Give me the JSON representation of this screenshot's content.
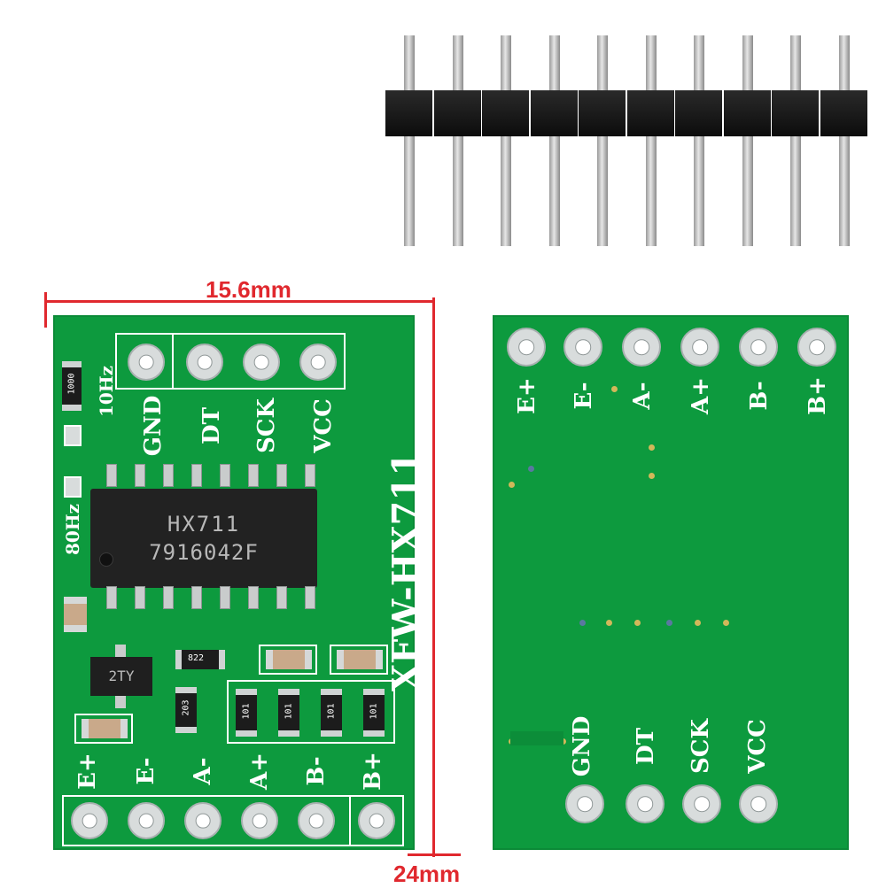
{
  "dimensions": {
    "width_label": "15.6mm",
    "height_label": "24mm",
    "color": "#e0282e"
  },
  "front": {
    "top_labels": [
      "GND",
      "DT",
      "SCK",
      "VCC"
    ],
    "bottom_labels": [
      "E+",
      "E-",
      "A-",
      "A+",
      "B-",
      "B+"
    ],
    "title": "XFW-HX711",
    "rate_10": "10Hz",
    "rate_80": "80Hz",
    "chip_name": "HX711",
    "chip_code": "7916042F",
    "transistor_code": "2TY",
    "resistor_codes": [
      "1000",
      "822",
      "203",
      "101",
      "101",
      "101",
      "101"
    ]
  },
  "back": {
    "top_labels": [
      "E+",
      "E-",
      "A-",
      "A+",
      "B-",
      "B+"
    ],
    "bottom_labels": [
      "GND",
      "DT",
      "SCK",
      "VCC"
    ]
  },
  "header_pin_count": 10,
  "colors": {
    "pcb": "#0d9a3e",
    "silk": "#ffffff",
    "pad": "#d8dcdc",
    "chip": "#222222"
  }
}
